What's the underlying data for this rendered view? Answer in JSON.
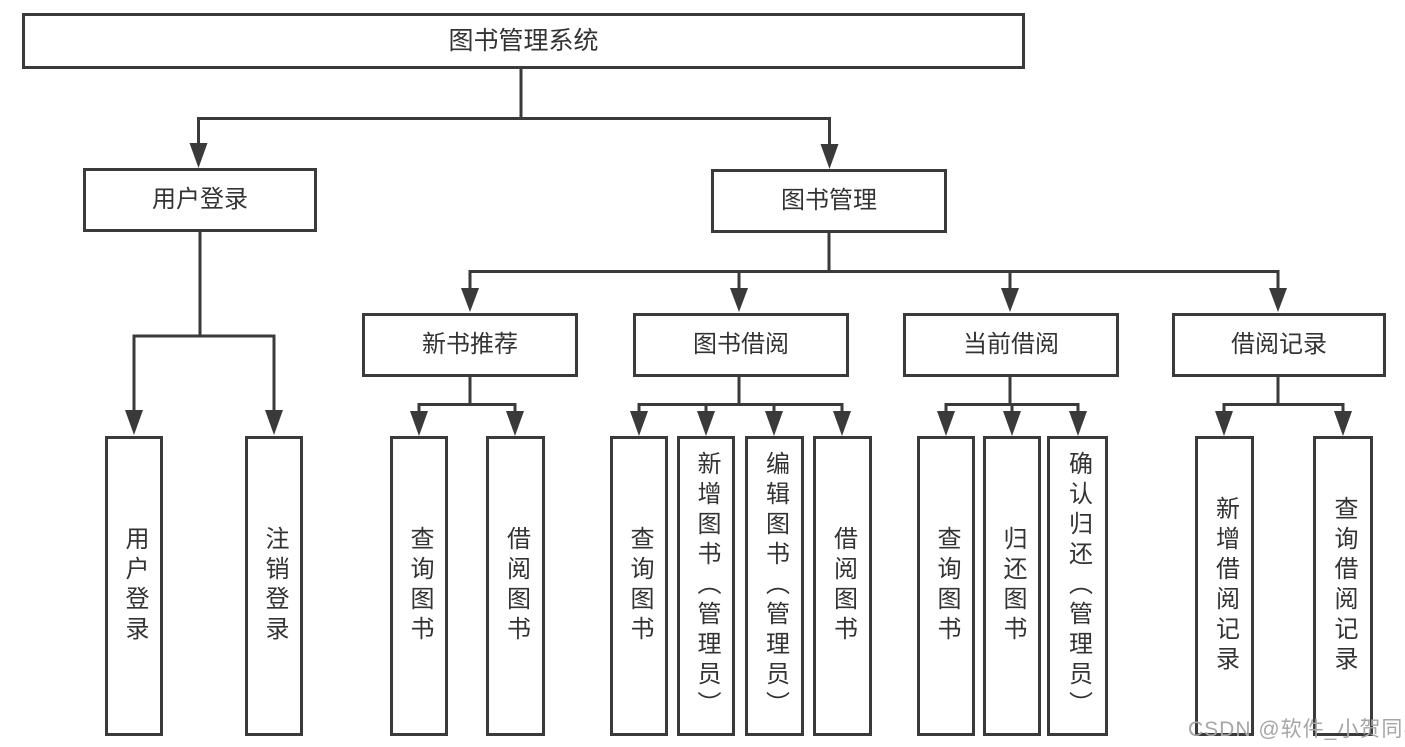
{
  "diagram": {
    "title": "图书管理系统",
    "root": {
      "label": "图书管理系统"
    },
    "branches": [
      {
        "label": "用户登录"
      },
      {
        "label": "图书管理"
      }
    ],
    "modules": [
      {
        "label": "新书推荐"
      },
      {
        "label": "图书借阅"
      },
      {
        "label": "当前借阅"
      },
      {
        "label": "借阅记录"
      }
    ],
    "leaves": {
      "login": [
        "用户登录",
        "注销登录"
      ],
      "recommend": [
        "查询图书",
        "借阅图书"
      ],
      "borrow": [
        "查询图书",
        "新增图书（管理员）",
        "编辑图书（管理员）",
        "借阅图书"
      ],
      "current": [
        "查询图书",
        "归还图书",
        "确认归还（管理员）"
      ],
      "records": [
        "新增借阅记录",
        "查询借阅记录"
      ]
    }
  },
  "watermark": {
    "text": "CSDN @软件_小贺同学",
    "color": "#a6a6a6"
  },
  "colors": {
    "line": "#3a3a3a",
    "text": "#333333",
    "background": "#ffffff"
  }
}
